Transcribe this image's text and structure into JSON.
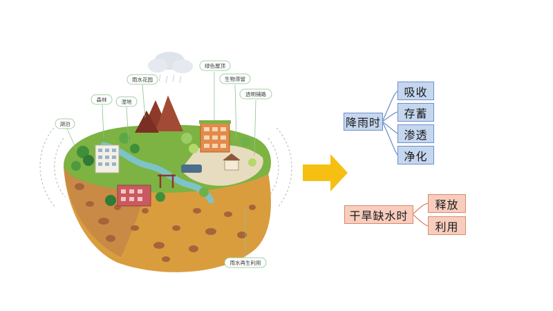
{
  "illustration": {
    "callouts": {
      "wetland_lake": "湖泊",
      "forest": "森林",
      "wetland": "湿地",
      "rain_garden": "雨水花园",
      "green_roof": "绿色屋顶",
      "bioretention": "生物滞留",
      "permeable_pavement": "透明铺路",
      "rainwater_reuse": "雨水再生利用"
    }
  },
  "diagram": {
    "rain": {
      "label": "降雨时",
      "children": [
        "吸收",
        "存蓄",
        "渗透",
        "净化"
      ]
    },
    "drought": {
      "label": "干旱缺水时",
      "children": [
        "释放",
        "利用"
      ]
    },
    "colors": {
      "rain_fill": "#c5d6ef",
      "rain_border": "#6e90c8",
      "drought_fill": "#f8cdbd",
      "drought_border": "#d9886b",
      "arrow": "#f5c012"
    }
  }
}
